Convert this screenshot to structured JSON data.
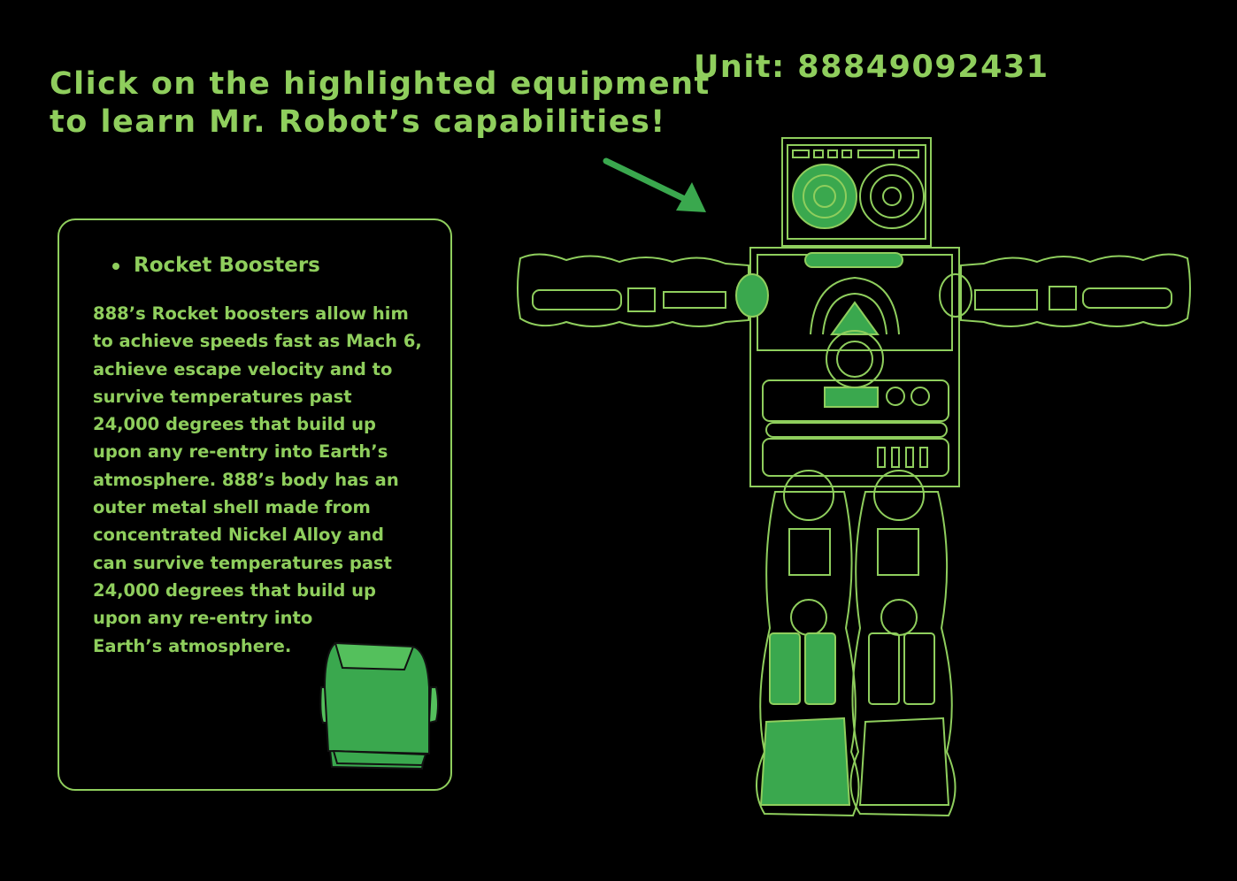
{
  "instruction": {
    "line1": "Click on the highlighted equipment",
    "line2": "to learn Mr. Robot’s capabilities!"
  },
  "unit": {
    "label": "Unit: 88849092431"
  },
  "info_panel": {
    "title": "Rocket Boosters",
    "body": "888’s Rocket boosters allow him\nto achieve speeds fast as Mach 6,\nachieve escape velocity and to\nsurvive temperatures past\n24,000 degrees that build up\nupon any re-entry into Earth’s\natmosphere. 888’s body has an\nouter metal shell made from\nconcentrated Nickel Alloy and\ncan survive temperatures past\n24,000 degrees that build up\nupon any re-entry into\nEarth’s atmosphere."
  },
  "colors": {
    "background": "#000000",
    "line": "#8fce5d",
    "highlight": "#3aa84e",
    "highlight_light": "#54c05c"
  },
  "icons": {
    "pointer": "arrow-icon",
    "booster": "rocket-booster-icon"
  }
}
